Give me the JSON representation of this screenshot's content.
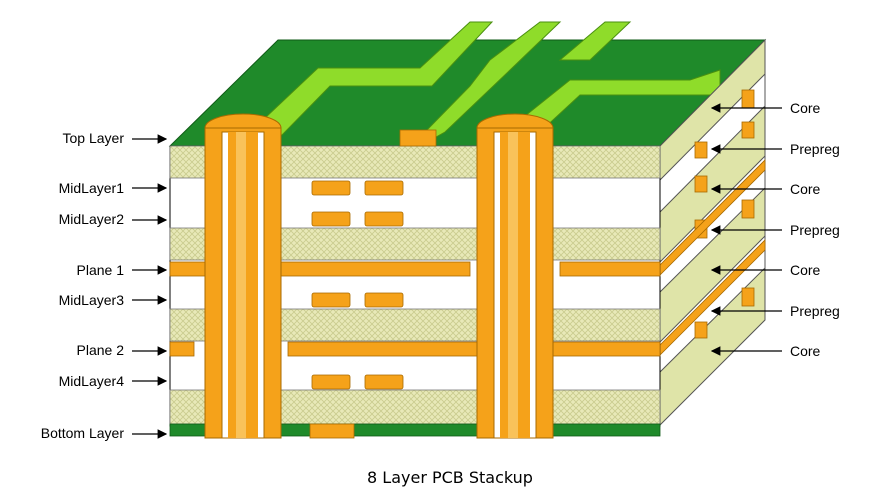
{
  "caption": "8 Layer PCB Stackup",
  "left_labels": [
    "Top Layer",
    "MidLayer1",
    "MidLayer2",
    "Plane 1",
    "MidLayer3",
    "Plane 2",
    "MidLayer4",
    "Bottom Layer"
  ],
  "right_labels": [
    "Core",
    "Prepreg",
    "Core",
    "Prepreg",
    "Core",
    "Prepreg",
    "Core"
  ],
  "colors": {
    "solder_mask": "#1f8a2a",
    "trace": "#8fdc2a",
    "copper": "#f5a21a",
    "copper_dark": "#c87a10",
    "prepreg": "#e8e9b8",
    "core": "#ffffff",
    "side_core": "#dfe4a8",
    "outline": "#000000"
  }
}
